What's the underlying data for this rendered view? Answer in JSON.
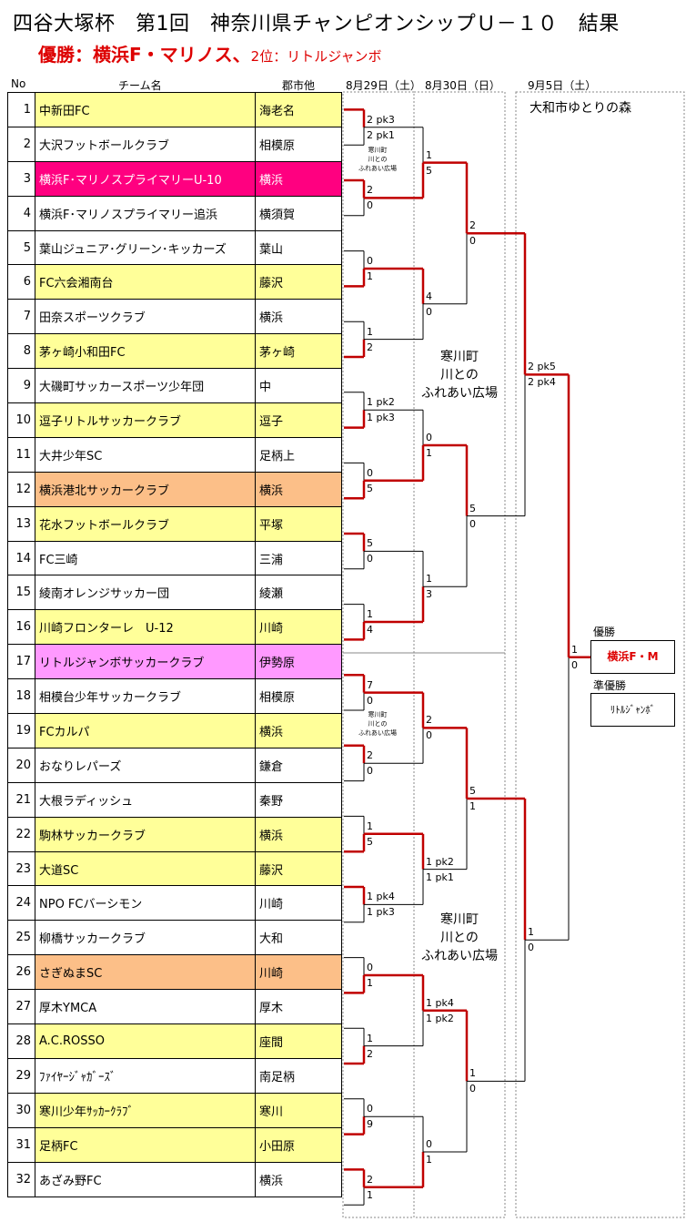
{
  "title": "四谷大塚杯　第1回　神奈川県チャンピオンシップＵ－１０　結果",
  "result": {
    "winner_label": "優勝：横浜F・マリノス、",
    "second_label": "2位：リトルジャンボ"
  },
  "headers": {
    "no": "No",
    "name": "チーム名",
    "city": "郡市他"
  },
  "dates": {
    "r1": "8月29日（土）",
    "r2": "8月30日（日）",
    "r4": "9月5日（土）"
  },
  "teams": [
    {
      "no": "1",
      "name": "中新田FC",
      "city": "海老名",
      "color": "yellow"
    },
    {
      "no": "2",
      "name": "大沢フットボールクラブ",
      "city": "相模原",
      "color": "white"
    },
    {
      "no": "3",
      "name": "横浜F･マリノスプライマリーU-10",
      "city": "横浜",
      "color": "magenta"
    },
    {
      "no": "4",
      "name": "横浜F･マリノスプライマリー追浜",
      "city": "横須賀",
      "color": "white"
    },
    {
      "no": "5",
      "name": "葉山ジュニア･グリーン･キッカーズ",
      "city": "葉山",
      "color": "white"
    },
    {
      "no": "6",
      "name": "FC六会湘南台",
      "city": "藤沢",
      "color": "yellow"
    },
    {
      "no": "7",
      "name": "田奈スポーツクラブ",
      "city": "横浜",
      "color": "white"
    },
    {
      "no": "8",
      "name": "茅ヶ崎小和田FC",
      "city": "茅ヶ崎",
      "color": "yellow"
    },
    {
      "no": "9",
      "name": "大磯町サッカースポーツ少年団",
      "city": "中",
      "color": "white"
    },
    {
      "no": "10",
      "name": "逗子リトルサッカークラブ",
      "city": "逗子",
      "color": "yellow"
    },
    {
      "no": "11",
      "name": "大井少年SC",
      "city": "足柄上",
      "color": "white"
    },
    {
      "no": "12",
      "name": "横浜港北サッカークラブ",
      "city": "横浜",
      "color": "orange"
    },
    {
      "no": "13",
      "name": "花水フットボールクラブ",
      "city": "平塚",
      "color": "yellow"
    },
    {
      "no": "14",
      "name": "FC三崎",
      "city": "三浦",
      "color": "white"
    },
    {
      "no": "15",
      "name": "綾南オレンジサッカー団",
      "city": "綾瀬",
      "color": "white"
    },
    {
      "no": "16",
      "name": "川崎フロンターレ　U-12",
      "city": "川崎",
      "color": "yellow"
    },
    {
      "no": "17",
      "name": "リトルジャンボサッカークラブ",
      "city": "伊勢原",
      "color": "pink"
    },
    {
      "no": "18",
      "name": "相模台少年サッカークラブ",
      "city": "相模原",
      "color": "white"
    },
    {
      "no": "19",
      "name": "FCカルパ",
      "city": "横浜",
      "color": "yellow"
    },
    {
      "no": "20",
      "name": "おなりレパーズ",
      "city": "鎌倉",
      "color": "white"
    },
    {
      "no": "21",
      "name": "大根ラディッシュ",
      "city": "秦野",
      "color": "white"
    },
    {
      "no": "22",
      "name": "駒林サッカークラブ",
      "city": "横浜",
      "color": "yellow"
    },
    {
      "no": "23",
      "name": "大道SC",
      "city": "藤沢",
      "color": "yellow"
    },
    {
      "no": "24",
      "name": "NPO FCバーシモン",
      "city": "川崎",
      "color": "white"
    },
    {
      "no": "25",
      "name": "柳橋サッカークラブ",
      "city": "大和",
      "color": "white"
    },
    {
      "no": "26",
      "name": "さぎぬまSC",
      "city": "川崎",
      "color": "orange"
    },
    {
      "no": "27",
      "name": "厚木YMCA",
      "city": "厚木",
      "color": "white"
    },
    {
      "no": "28",
      "name": "A.C.ROSSO",
      "city": "座間",
      "color": "yellow"
    },
    {
      "no": "29",
      "name": "ﾌｧｲﾔｰｼﾞｬｶﾞｰｽﾞ",
      "city": "南足柄",
      "color": "white"
    },
    {
      "no": "30",
      "name": "寒川少年ｻｯｶｰｸﾗﾌﾞ",
      "city": "寒川",
      "color": "yellow"
    },
    {
      "no": "31",
      "name": "足柄FC",
      "city": "小田原",
      "color": "yellow"
    },
    {
      "no": "32",
      "name": "あざみ野FC",
      "city": "横浜",
      "color": "white"
    }
  ],
  "scores": {
    "r1": [
      [
        "2 pk3",
        "2 pk1"
      ],
      [
        "2",
        "0"
      ],
      [
        "0",
        "1"
      ],
      [
        "1",
        "2"
      ],
      [
        "1 pk2",
        "1 pk3"
      ],
      [
        "0",
        "5"
      ],
      [
        "5",
        "0"
      ],
      [
        "1",
        "4"
      ],
      [
        "7",
        "0"
      ],
      [
        "2",
        "0"
      ],
      [
        "1",
        "5"
      ],
      [
        "1 pk4",
        "1 pk3"
      ],
      [
        "0",
        "1"
      ],
      [
        "1",
        "2"
      ],
      [
        "0",
        "9"
      ],
      [
        "2",
        "1"
      ]
    ],
    "r2": [
      [
        "1",
        "5"
      ],
      [
        "4",
        "0"
      ],
      [
        "0",
        "1"
      ],
      [
        "1",
        "3"
      ],
      [
        "2",
        "0"
      ],
      [
        "1 pk2",
        "1 pk1"
      ],
      [
        "1 pk4",
        "1 pk2"
      ],
      [
        "0",
        "1"
      ]
    ],
    "r3": [
      [
        "2",
        "0"
      ],
      [
        "5",
        "0"
      ],
      [
        "5",
        "1"
      ],
      [
        "1",
        "0"
      ]
    ],
    "r4": [
      [
        "2 pk5",
        "2 pk4"
      ],
      [
        "1",
        "0"
      ]
    ],
    "final": [
      "1",
      "0"
    ]
  },
  "venues": {
    "small": "寒川町\n川との\nふれあい広場",
    "big": "寒川町\n川との\nふれあい広場",
    "final": "大和市ゆとりの森"
  },
  "champion": {
    "label": "優勝",
    "team": "横浜F・M"
  },
  "runner_up": {
    "label": "準優勝",
    "team": "ﾘﾄﾙｼﾞｬﾝﾎﾞ"
  },
  "colors": {
    "line": "#c00000",
    "yellow": "#ffff99",
    "magenta": "#ff0080",
    "orange": "#fcbf88",
    "pink": "#ff99ff"
  }
}
